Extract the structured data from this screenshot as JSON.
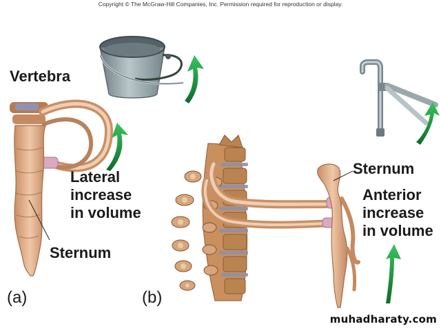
{
  "copyright": "Copyright © The McGraw-Hill Companies, Inc. Permission required for reproduction or display.",
  "labels": {
    "vertebra": "Vertebra",
    "sternum_a": "Sternum",
    "lateral_1": "Lateral",
    "lateral_2": "increase",
    "lateral_3": "in volume",
    "panel_a": "(a)",
    "sternum_b": "Sternum",
    "anterior_1": "Anterior",
    "anterior_2": "increase",
    "anterior_3": "in volume",
    "panel_b": "(b)"
  },
  "watermark": "muhadharaty.com",
  "colors": {
    "bone": "#e6b896",
    "bone_dark": "#c08a63",
    "bone_shadow": "#9c6a4a",
    "cartilage": "#d9a9c2",
    "vertebra_disc": "#8a8aa8",
    "bucket": "#8f9ea3",
    "arrow": "#1f9b3f"
  }
}
